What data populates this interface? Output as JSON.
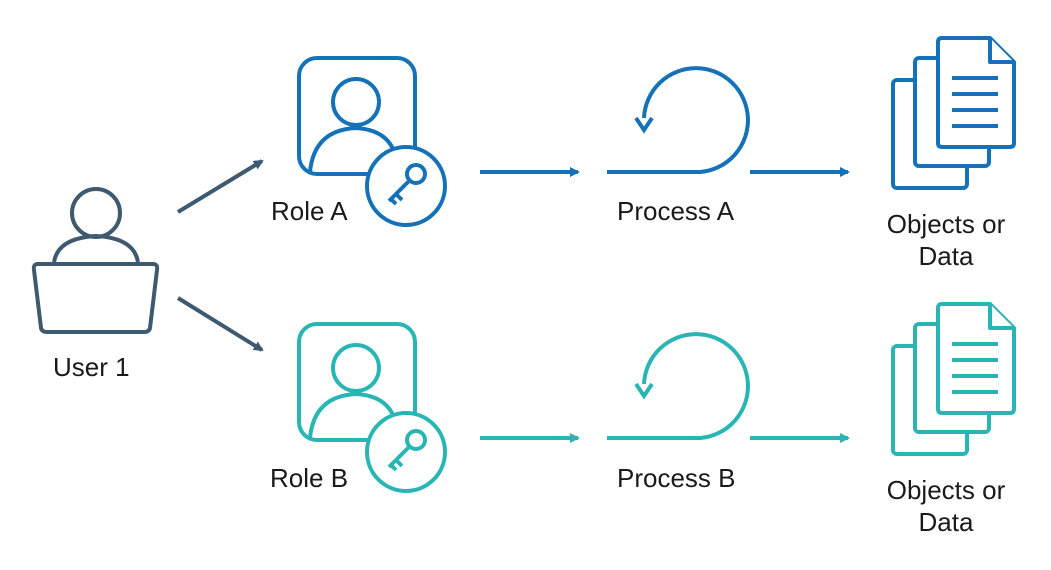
{
  "colors": {
    "user": "#3e5a70",
    "role_a": "#1572b8",
    "role_b": "#2ab5b5",
    "text": "#1a1a1a"
  },
  "user": {
    "label": "User 1",
    "icon": "user-laptop-icon"
  },
  "rows": [
    {
      "role_label": "Role A",
      "role_icon": "user-key-icon",
      "process_label": "Process A",
      "process_icon": "loop-arrow-icon",
      "objects_label_line1": "Objects or",
      "objects_label_line2": "Data",
      "objects_icon": "documents-icon",
      "color": "#1572b8"
    },
    {
      "role_label": "Role B",
      "role_icon": "user-key-icon",
      "process_label": "Process B",
      "process_icon": "loop-arrow-icon",
      "objects_label_line1": "Objects or",
      "objects_label_line2": "Data",
      "objects_icon": "documents-icon",
      "color": "#2ab5b5"
    }
  ]
}
